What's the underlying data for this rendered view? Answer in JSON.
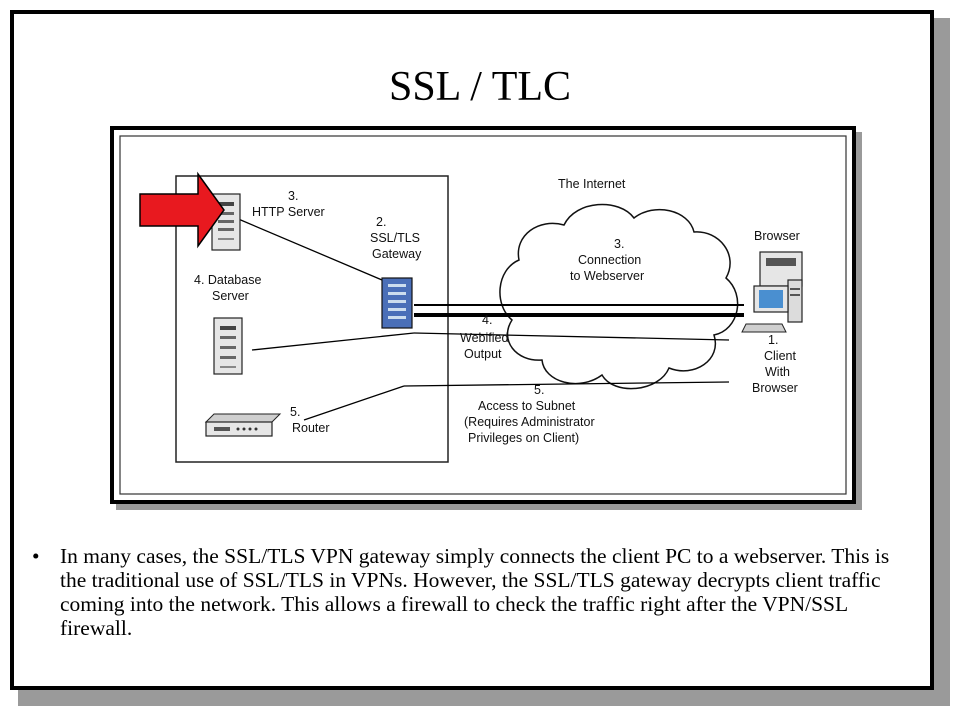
{
  "slide": {
    "title": "SSL / TLC",
    "bullet": "In many cases, the SSL/TLS VPN gateway simply connects the client PC to a webserver. This is the traditional use of SSL/TLS in VPNs. However, the SSL/TLS gateway decrypts client traffic coming into the network. This allows a firewall to check the traffic right after the  VPN/SSL firewall."
  },
  "diagram": {
    "internet_label": "The Internet",
    "http_server": [
      "3.",
      "HTTP Server"
    ],
    "gateway": [
      "2.",
      "SSL/TLS",
      "Gateway"
    ],
    "database": [
      "4. Database",
      "Server"
    ],
    "router": [
      "5.",
      "Router"
    ],
    "connection": [
      "3.",
      "Connection",
      "to Webserver"
    ],
    "webified": [
      "4.",
      "Webified",
      "Output"
    ],
    "subnet": [
      "5.",
      "Access to Subnet",
      "(Requires Administrator",
      "Privileges on Client)"
    ],
    "browser": "Browser",
    "client": [
      "1.",
      "Client",
      "With",
      "Browser"
    ],
    "colors": {
      "arrow": "#e8191f",
      "line": "#000000"
    }
  }
}
